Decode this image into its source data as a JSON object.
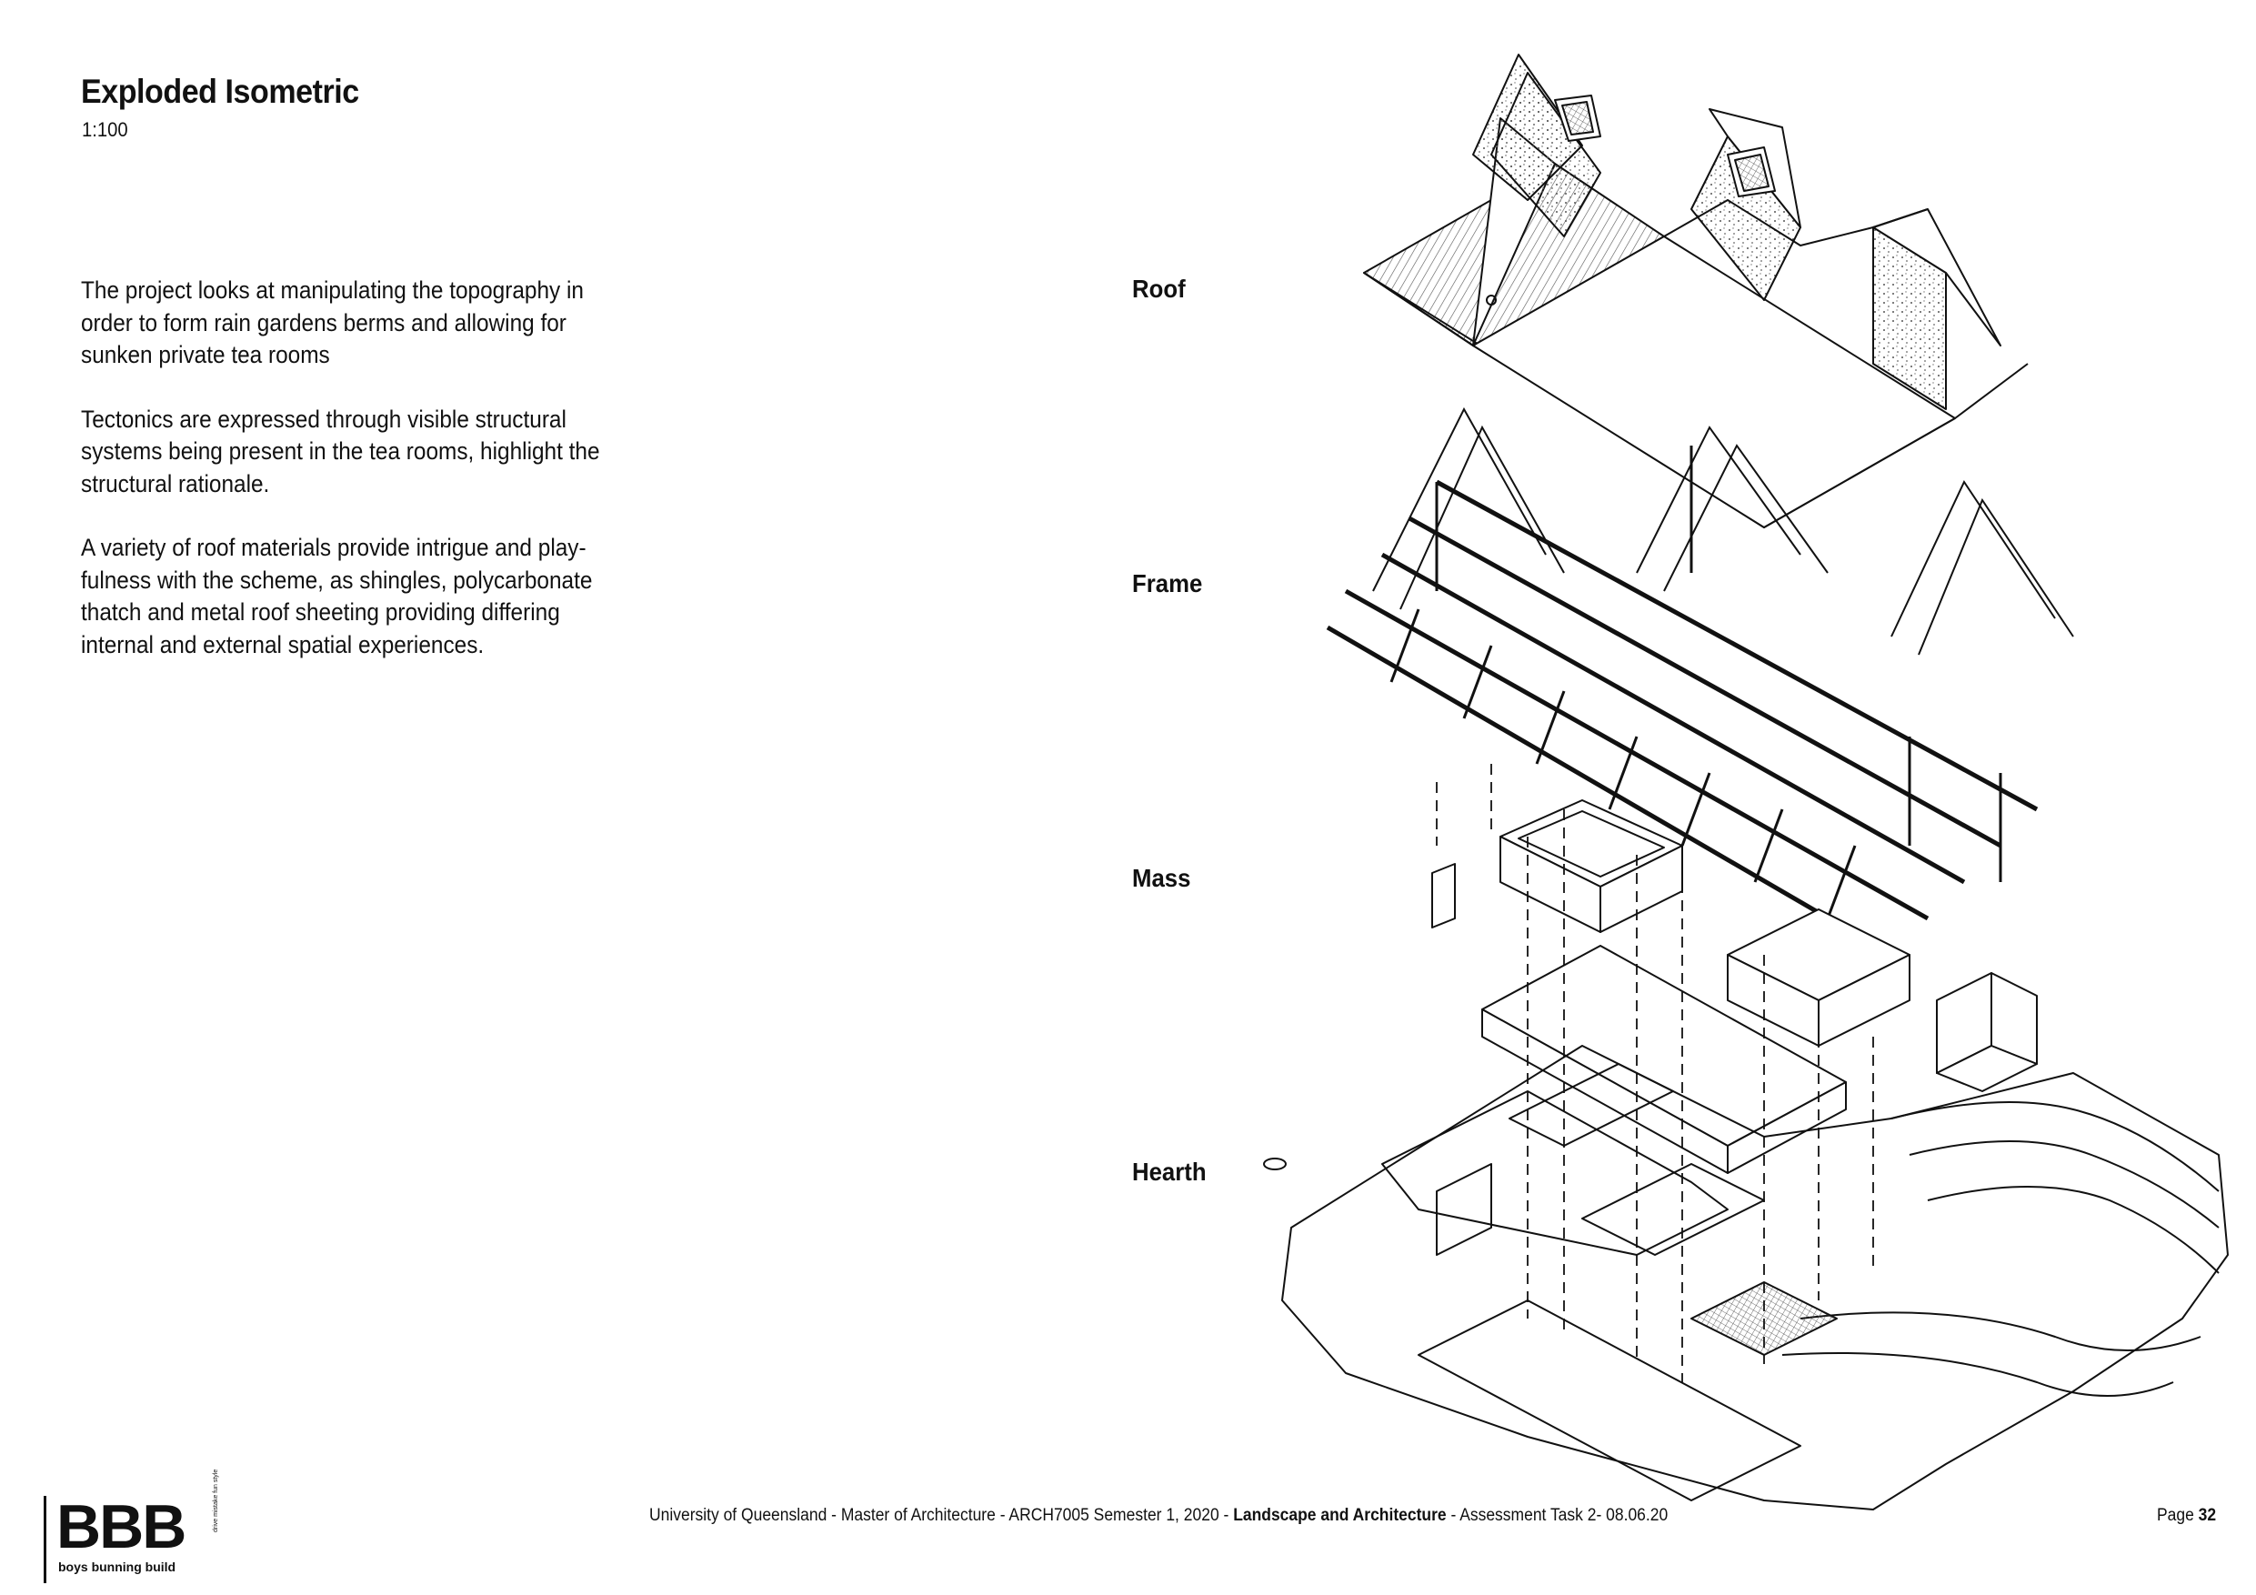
{
  "heading": {
    "title": "Exploded Isometric",
    "scale": "1:100"
  },
  "body": {
    "paragraphs": [
      "The project looks at manipulating the topography in order to form rain gardens berms and allowing for sunken private tea rooms",
      "Tectonics are expressed through visible structural systems being present in the tea rooms, highlight the structural rationale.",
      "A variety of roof materials provide intrigue and play-fulness with the scheme, as shingles, polycarbonate thatch and metal roof sheeting providing differing internal and external spatial experiences."
    ]
  },
  "layers": {
    "roof": "Roof",
    "frame": "Frame",
    "mass": "Mass",
    "hearth": "Hearth"
  },
  "logo": {
    "mark": "BBB",
    "tagline": "boys bunning build",
    "side_text": "drive mistake fun style"
  },
  "footer": {
    "prefix": "University of Queensland - Master of Architecture - ARCH7005 Semester 1, 2020 - ",
    "course": "Landscape and Architecture",
    "suffix": " - Assessment Task 2- 08.06.20",
    "page_label": "Page ",
    "page_number": "32"
  }
}
